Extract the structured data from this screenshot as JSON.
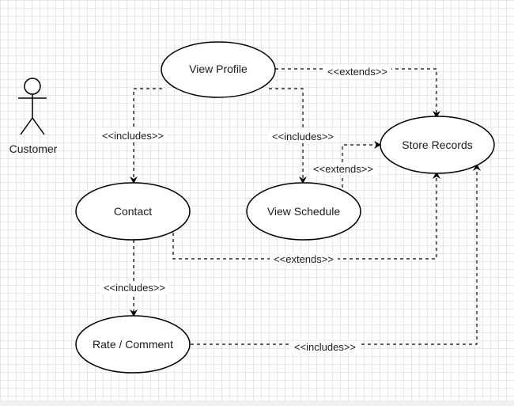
{
  "diagram": {
    "actor": {
      "label": "Customer"
    },
    "use_cases": {
      "view_profile": "View Profile",
      "store_records": "Store Records",
      "contact": "Contact",
      "view_schedule": "View Schedule",
      "rate_comment": "Rate / Comment"
    },
    "relations": {
      "profile_to_records": "<<extends>>",
      "profile_to_contact": "<<includes>>",
      "profile_to_schedule": "<<includes>>",
      "schedule_to_records": "<<extends>>",
      "contact_to_records": "<<extends>>",
      "contact_to_rate": "<<includes>>",
      "rate_to_records": "<<includes>>"
    }
  }
}
